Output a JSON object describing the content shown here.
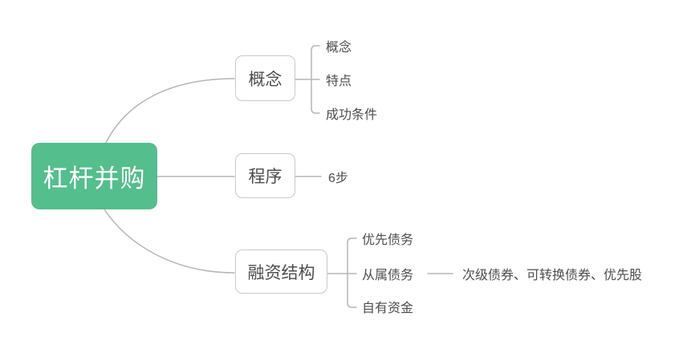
{
  "mindmap": {
    "root": {
      "label": "杠杆并购"
    },
    "branches": [
      {
        "label": "概念",
        "children": [
          {
            "label": "概念"
          },
          {
            "label": "特点"
          },
          {
            "label": "成功条件"
          }
        ]
      },
      {
        "label": "程序",
        "children": [
          {
            "label": "6步"
          }
        ]
      },
      {
        "label": "融资结构",
        "children": [
          {
            "label": "优先债务"
          },
          {
            "label": "从属债务",
            "children": [
              {
                "label": "次级债券、可转换债券、优先股"
              }
            ]
          },
          {
            "label": "自有资金"
          }
        ]
      }
    ],
    "colors": {
      "root_bg": "#54be8d",
      "root_text": "#ffffff",
      "node_border": "#c9c9c9",
      "node_text": "#4d4d4d",
      "leaf_text": "#4d4d4d",
      "connector": "#b5b5b5",
      "background": "#ffffff"
    }
  }
}
